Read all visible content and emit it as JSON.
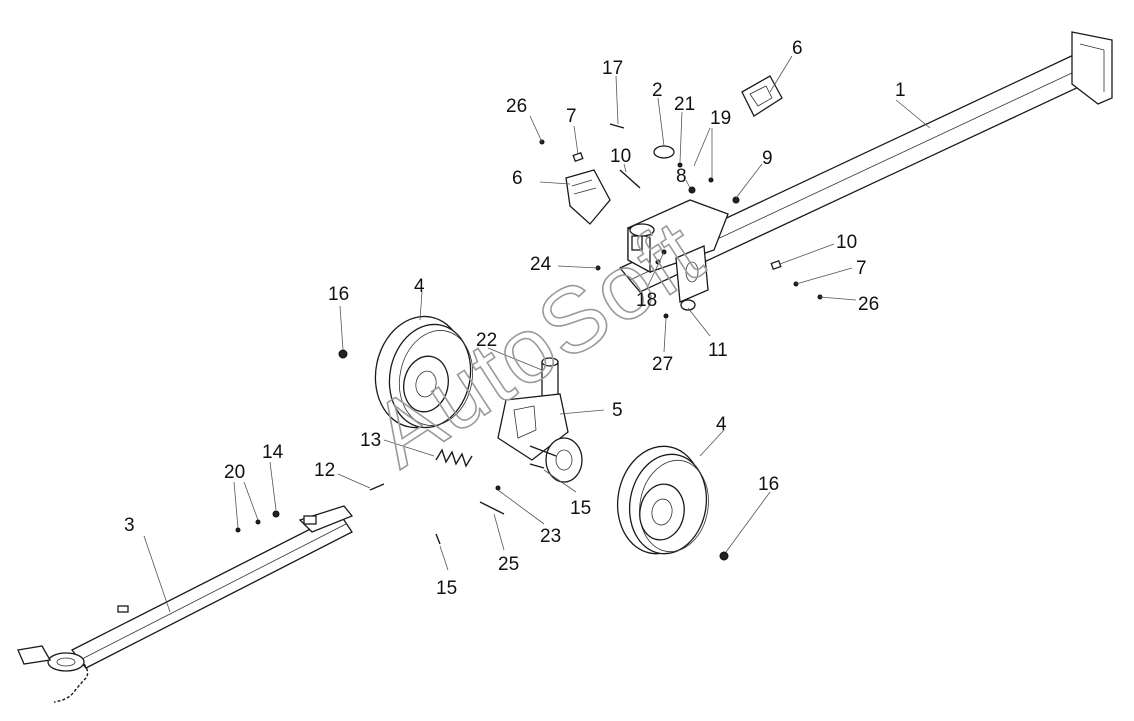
{
  "watermark": "AutoSoft",
  "callouts": [
    {
      "id": "1",
      "label": "1"
    },
    {
      "id": "2",
      "label": "2"
    },
    {
      "id": "3",
      "label": "3"
    },
    {
      "id": "4a",
      "label": "4"
    },
    {
      "id": "4b",
      "label": "4"
    },
    {
      "id": "5",
      "label": "5"
    },
    {
      "id": "6a",
      "label": "6"
    },
    {
      "id": "6b",
      "label": "6"
    },
    {
      "id": "7a",
      "label": "7"
    },
    {
      "id": "7b",
      "label": "7"
    },
    {
      "id": "8",
      "label": "8"
    },
    {
      "id": "9",
      "label": "9"
    },
    {
      "id": "10a",
      "label": "10"
    },
    {
      "id": "10b",
      "label": "10"
    },
    {
      "id": "11",
      "label": "11"
    },
    {
      "id": "12",
      "label": "12"
    },
    {
      "id": "13",
      "label": "13"
    },
    {
      "id": "14",
      "label": "14"
    },
    {
      "id": "15a",
      "label": "15"
    },
    {
      "id": "15b",
      "label": "15"
    },
    {
      "id": "16a",
      "label": "16"
    },
    {
      "id": "16b",
      "label": "16"
    },
    {
      "id": "17",
      "label": "17"
    },
    {
      "id": "18",
      "label": "18"
    },
    {
      "id": "19",
      "label": "19"
    },
    {
      "id": "20",
      "label": "20"
    },
    {
      "id": "21",
      "label": "21"
    },
    {
      "id": "22",
      "label": "22"
    },
    {
      "id": "23",
      "label": "23"
    },
    {
      "id": "24",
      "label": "24"
    },
    {
      "id": "25",
      "label": "25"
    },
    {
      "id": "26a",
      "label": "26"
    },
    {
      "id": "26b",
      "label": "26"
    },
    {
      "id": "27",
      "label": "27"
    }
  ]
}
